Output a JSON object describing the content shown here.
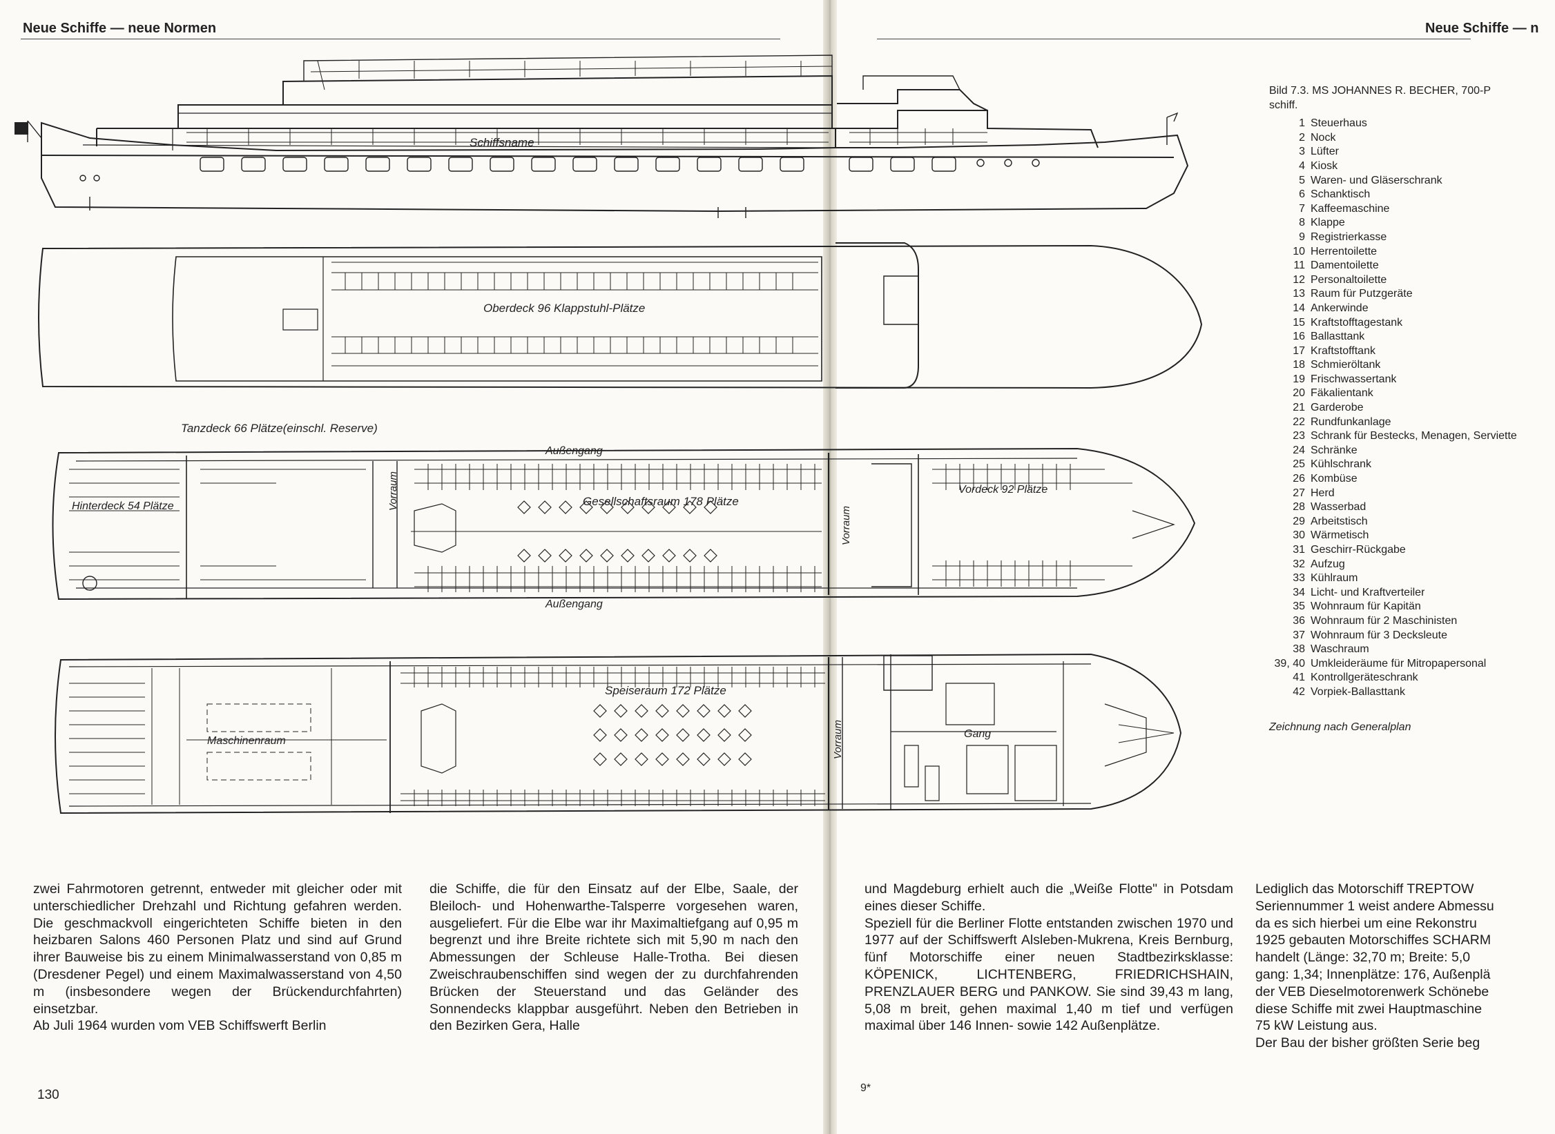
{
  "left_page": {
    "running_head": "Neue Schiffe — neue Normen",
    "page_number": "130",
    "column_1": "zwei Fahrmotoren getrennt, entweder mit gleicher oder mit unterschiedlicher Drehzahl und Richtung gefahren werden. Die geschmackvoll eingerichteten Schiffe bieten in den heizbaren Salons 460 Personen Platz und sind auf Grund ihrer Bauweise bis zu einem Minimalwasserstand von 0,85 m (Dresdener Pegel) und einem Maximalwasserstand von 4,50 m (insbesondere wegen der Brückendurchfahrten) einsetzbar.",
    "column_1b": "Ab Juli 1964 wurden vom VEB Schiffswerft Berlin",
    "column_2": "die Schiffe, die für den Einsatz auf der Elbe, Saale, der Bleiloch- und Hohenwarthe-Talsperre vorgesehen waren, ausgeliefert. Für die Elbe war ihr Maximaltiefgang auf 0,95 m begrenzt und ihre Breite richtete sich mit 5,90 m nach den Abmessungen der Schleuse Halle-Trotha. Bei diesen Zweischraubenschiffen sind wegen der zu durchfahrenden Brücken der Steuerstand und das Geländer des Sonnendecks klappbar ausgeführt. Neben den Betrieben in den Bezirken Gera, Halle"
  },
  "right_page": {
    "running_head": "Neue Schiffe — n",
    "signature_mark": "9*",
    "column_3a": "und Magdeburg erhielt auch die „Weiße Flotte\" in Potsdam eines dieser Schiffe.",
    "column_3b": "Speziell für die Berliner Flotte entstanden zwischen 1970 und 1977 auf der Schiffswerft Alsleben-Mukrena, Kreis Bernburg, fünf Motorschiffe einer neuen Stadtbezirksklasse: KÖPENICK, LICHTENBERG, FRIEDRICHSHAIN, PRENZLAUER BERG und PANKOW. Sie sind 39,43 m lang, 5,08 m breit, gehen maximal 1,40 m tief und verfügen maximal über 146 Innen- sowie 142 Außenplätze.",
    "column_4_lines": [
      "Lediglich das Motorschiff TREPTOW",
      "Seriennummer 1 weist andere Abmessu",
      "da es sich hierbei um eine Rekonstru",
      "1925 gebauten Motorschiffes SCHARM",
      "handelt (Länge: 32,70 m; Breite: 5,0",
      "gang: 1,34; Innenplätze: 176, Außenplä",
      "der VEB Dieselmotorenwerk Schönebe",
      "diese Schiffe mit zwei Hauptmaschine",
      "75 kW Leistung aus.",
      "Der Bau der bisher größten Serie beg"
    ]
  },
  "caption": {
    "title_line1": "Bild 7.3.  MS JOHANNES R. BECHER, 700-P",
    "title_line2": "schiff.",
    "legend": [
      {
        "n": "1",
        "t": "Steuerhaus"
      },
      {
        "n": "2",
        "t": "Nock"
      },
      {
        "n": "3",
        "t": "Lüfter"
      },
      {
        "n": "4",
        "t": "Kiosk"
      },
      {
        "n": "5",
        "t": "Waren- und Gläserschrank"
      },
      {
        "n": "6",
        "t": "Schanktisch"
      },
      {
        "n": "7",
        "t": "Kaffeemaschine"
      },
      {
        "n": "8",
        "t": "Klappe"
      },
      {
        "n": "9",
        "t": "Registrierkasse"
      },
      {
        "n": "10",
        "t": "Herrentoilette"
      },
      {
        "n": "11",
        "t": "Damentoilette"
      },
      {
        "n": "12",
        "t": "Personaltoilette"
      },
      {
        "n": "13",
        "t": "Raum für Putzgeräte"
      },
      {
        "n": "14",
        "t": "Ankerwinde"
      },
      {
        "n": "15",
        "t": "Kraftstofftagestank"
      },
      {
        "n": "16",
        "t": "Ballasttank"
      },
      {
        "n": "17",
        "t": "Kraftstofftank"
      },
      {
        "n": "18",
        "t": "Schmieröltank"
      },
      {
        "n": "19",
        "t": "Frischwassertank"
      },
      {
        "n": "20",
        "t": "Fäkalientank"
      },
      {
        "n": "21",
        "t": "Garderobe"
      },
      {
        "n": "22",
        "t": "Rundfunkanlage"
      },
      {
        "n": "23",
        "t": "Schrank für Bestecks, Menagen, Serviette"
      },
      {
        "n": "24",
        "t": "Schränke"
      },
      {
        "n": "25",
        "t": "Kühlschrank"
      },
      {
        "n": "26",
        "t": "Kombüse"
      },
      {
        "n": "27",
        "t": "Herd"
      },
      {
        "n": "28",
        "t": "Wasserbad"
      },
      {
        "n": "29",
        "t": "Arbeitstisch"
      },
      {
        "n": "30",
        "t": "Wärmetisch"
      },
      {
        "n": "31",
        "t": "Geschirr-Rückgabe"
      },
      {
        "n": "32",
        "t": "Aufzug"
      },
      {
        "n": "33",
        "t": "Kühlraum"
      },
      {
        "n": "34",
        "t": "Licht- und Kraftverteiler"
      },
      {
        "n": "35",
        "t": "Wohnraum für Kapitän"
      },
      {
        "n": "36",
        "t": "Wohnraum für 2 Maschinisten"
      },
      {
        "n": "37",
        "t": "Wohnraum für 3 Decksleute"
      },
      {
        "n": "38",
        "t": "Waschraum"
      },
      {
        "n": "39, 40",
        "t": "Umkleideräume für Mitropapersonal"
      },
      {
        "n": "41",
        "t": "Kontrollgeräteschrank"
      },
      {
        "n": "42",
        "t": "Vorpiek-Ballasttank"
      }
    ],
    "credit": "Zeichnung nach Generalplan"
  },
  "drawing_labels": {
    "ship_name": "Schiffsname",
    "oberdeck": "Oberdeck 96 Klappstuhl-Plätze",
    "tanzdeck": "Tanzdeck 66 Plätze(einschl. Reserve)",
    "aussengang": "Außengang",
    "hinterdeck": "Hinterdeck 54 Plätze",
    "vorraum": "Vorraum",
    "gesellschaftsraum": "Gesellschaftsraum 178 Plätze",
    "vordeck": "Vordeck 92 Plätze",
    "speiseraum": "Speiseraum 172 Plätze",
    "maschinenraum": "Maschinenraum",
    "gang": "Gang"
  }
}
